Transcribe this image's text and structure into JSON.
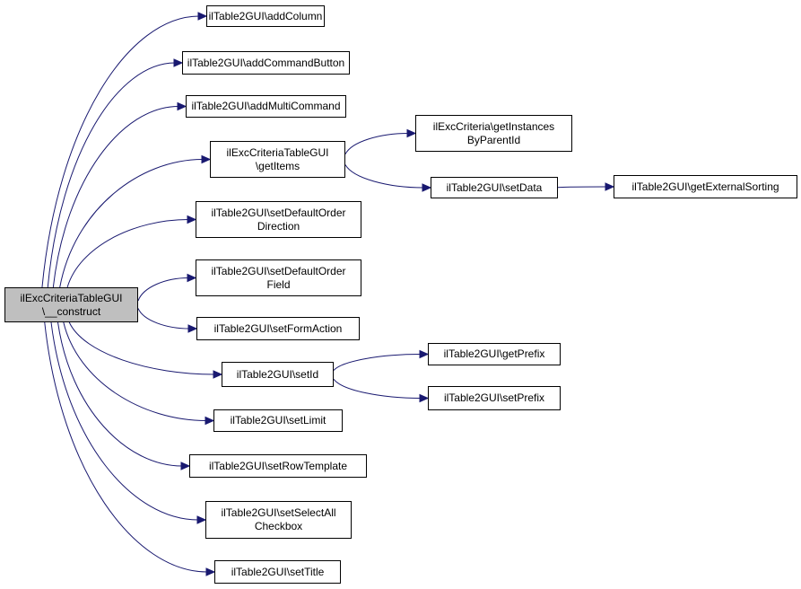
{
  "colors": {
    "edge": "#191970",
    "root_fill": "#bfbfbf",
    "node_fill": "#ffffff",
    "border": "#000000"
  },
  "nodes": {
    "root": [
      "ilExcCriteriaTableGUI",
      "\\__construct"
    ],
    "addColumn": [
      "ilTable2GUI\\addColumn"
    ],
    "addCommandButton": [
      "ilTable2GUI\\addCommandButton"
    ],
    "addMultiCommand": [
      "ilTable2GUI\\addMultiCommand"
    ],
    "getItems": [
      "ilExcCriteriaTableGUI",
      "\\getItems"
    ],
    "getInstancesByParentId": [
      "ilExcCriteria\\getInstances",
      "ByParentId"
    ],
    "setData": [
      "ilTable2GUI\\setData"
    ],
    "getExternalSorting": [
      "ilTable2GUI\\getExternalSorting"
    ],
    "setDefaultOrderDirection": [
      "ilTable2GUI\\setDefaultOrder",
      "Direction"
    ],
    "setDefaultOrderField": [
      "ilTable2GUI\\setDefaultOrder",
      "Field"
    ],
    "setFormAction": [
      "ilTable2GUI\\setFormAction"
    ],
    "setId": [
      "ilTable2GUI\\setId"
    ],
    "getPrefix": [
      "ilTable2GUI\\getPrefix"
    ],
    "setPrefix": [
      "ilTable2GUI\\setPrefix"
    ],
    "setLimit": [
      "ilTable2GUI\\setLimit"
    ],
    "setRowTemplate": [
      "ilTable2GUI\\setRowTemplate"
    ],
    "setSelectAllCheckbox": [
      "ilTable2GUI\\setSelectAll",
      "Checkbox"
    ],
    "setTitle": [
      "ilTable2GUI\\setTitle"
    ]
  },
  "edges": [
    [
      "root",
      "addColumn"
    ],
    [
      "root",
      "addCommandButton"
    ],
    [
      "root",
      "addMultiCommand"
    ],
    [
      "root",
      "getItems"
    ],
    [
      "root",
      "setDefaultOrderDirection"
    ],
    [
      "root",
      "setDefaultOrderField"
    ],
    [
      "root",
      "setFormAction"
    ],
    [
      "root",
      "setId"
    ],
    [
      "root",
      "setLimit"
    ],
    [
      "root",
      "setRowTemplate"
    ],
    [
      "root",
      "setSelectAllCheckbox"
    ],
    [
      "root",
      "setTitle"
    ],
    [
      "getItems",
      "getInstancesByParentId"
    ],
    [
      "getItems",
      "setData"
    ],
    [
      "setData",
      "getExternalSorting"
    ],
    [
      "setId",
      "getPrefix"
    ],
    [
      "setId",
      "setPrefix"
    ]
  ]
}
